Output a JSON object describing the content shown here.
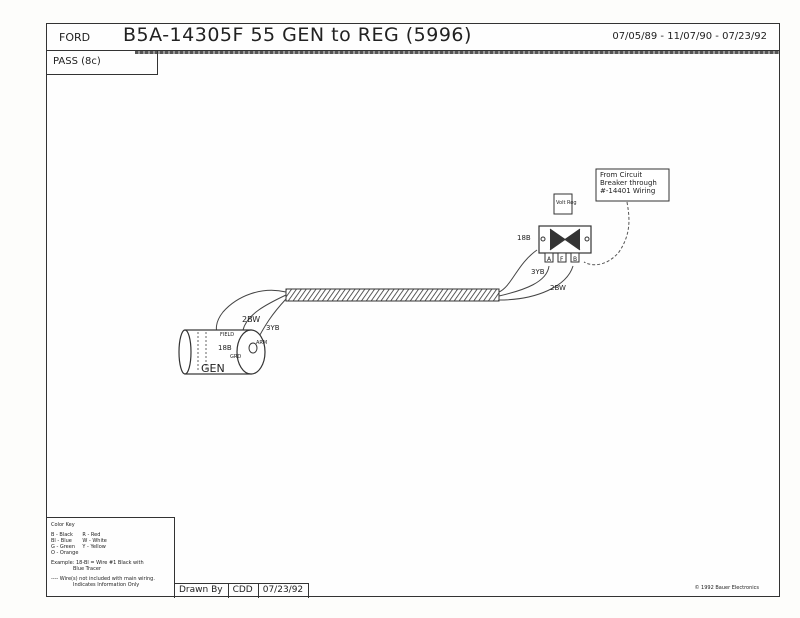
{
  "header": {
    "make": "FORD",
    "part_number": "B5A-14305F 55 GEN to REG (5996)",
    "dates": "07/05/89 - 11/07/90 - 07/23/92"
  },
  "section_label": "PASS (8c)",
  "components": {
    "generator": "GEN",
    "regulator": "Volt Reg",
    "source_note": [
      "From Circuit",
      "Breaker through",
      "#-14401 Wiring"
    ]
  },
  "terminals": {
    "gen": [
      "FIELD",
      "ARM",
      "GRD"
    ],
    "reg": [
      "A",
      "F",
      "B"
    ]
  },
  "wire_labels": {
    "gen_2bw": "2BW",
    "gen_3yb": "3YB",
    "gen_18b": "18B",
    "reg_18b": "18B",
    "reg_3yb": "3YB",
    "reg_2bw": "2BW"
  },
  "legend": {
    "title": "Color Key",
    "left_codes": [
      "B - Black",
      "Bl - Blue",
      "G - Green",
      "O - Orange"
    ],
    "right_codes": [
      "R - Red",
      "W - White",
      "Y - Yellow"
    ],
    "example_prefix": "Example: 18-Bl = Wire #1 Black with",
    "example_suffix": "Blue Tracer",
    "dashed_note_1": "---- Wire(s) not included with main wiring.",
    "dashed_note_2": "Indicates Information Only"
  },
  "title_block": {
    "drawn_by_label": "Drawn By",
    "drawer": "CDD",
    "drawn_date": "07/23/92"
  },
  "copyright": "© 1992 Bauer Electronics"
}
